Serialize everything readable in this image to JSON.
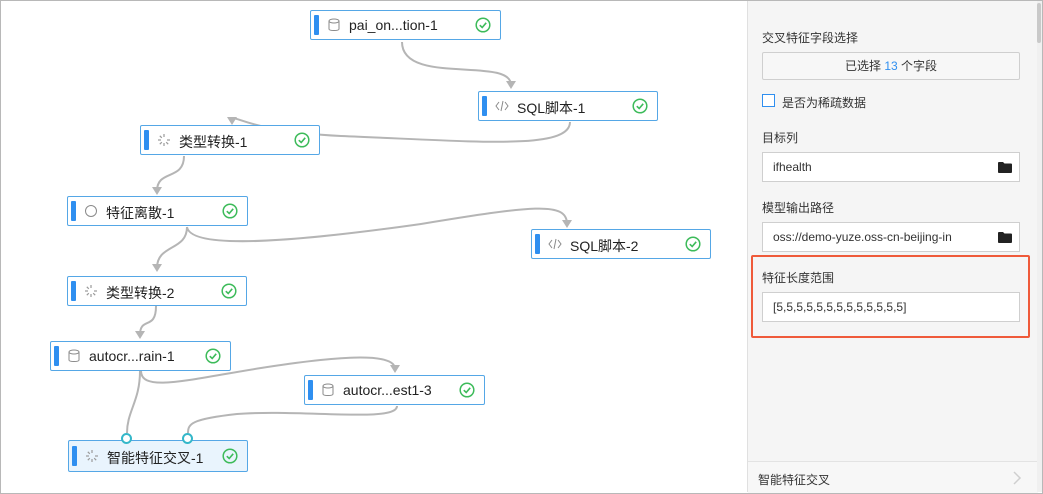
{
  "canvas": {
    "nodes": [
      {
        "id": "n1",
        "label": "pai_on...tion-1",
        "icon": "database-icon",
        "status": "success"
      },
      {
        "id": "n2",
        "label": "SQL脚本-1",
        "icon": "code-icon",
        "status": "success"
      },
      {
        "id": "n3",
        "label": "类型转换-1",
        "icon": "loader-icon",
        "status": "success"
      },
      {
        "id": "n4",
        "label": "特征离散-1",
        "icon": "circle-icon",
        "status": "success"
      },
      {
        "id": "n5",
        "label": "SQL脚本-2",
        "icon": "code-icon",
        "status": "success"
      },
      {
        "id": "n6",
        "label": "类型转换-2",
        "icon": "loader-icon",
        "status": "success"
      },
      {
        "id": "n7",
        "label": "autocr...rain-1",
        "icon": "database-icon",
        "status": "success"
      },
      {
        "id": "n8",
        "label": "autocr...est1-3",
        "icon": "database-icon",
        "status": "success"
      },
      {
        "id": "n9",
        "label": "智能特征交叉-1",
        "icon": "loader-icon",
        "status": "success",
        "selected": true
      }
    ],
    "accent_color": "#2f8ff0",
    "edge_color": "#b5b5b5",
    "success_color": "#3dbb5a"
  },
  "panel": {
    "cross_field_label": "交叉特征字段选择",
    "select_prefix": "已选择 ",
    "select_count": "13",
    "select_suffix": " 个字段",
    "sparse_label": "是否为稀疏数据",
    "sparse_checked": false,
    "target_label": "目标列",
    "target_value": "ifhealth",
    "output_path_label": "模型输出路径",
    "output_path_value": "oss://demo-yuze.oss-cn-beijing-in",
    "feature_length_label": "特征长度范围",
    "feature_length_value": "[5,5,5,5,5,5,5,5,5,5,5,5,5]",
    "highlight_color": "#ef5a3a",
    "footer_label": "智能特征交叉"
  }
}
